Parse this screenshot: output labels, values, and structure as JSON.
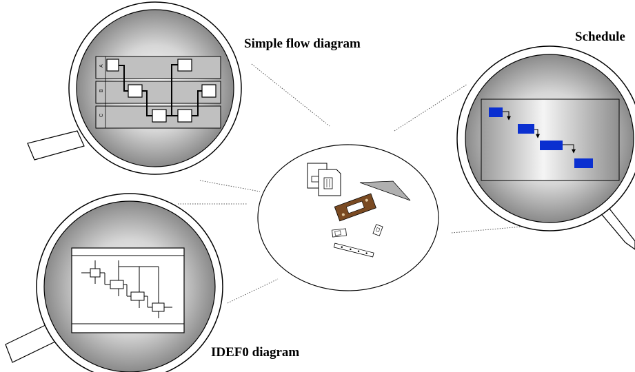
{
  "labels": {
    "flow": "Simple flow diagram",
    "schedule": "Schedule",
    "idef0": "IDEF0 diagram"
  },
  "lanes": [
    "A",
    "B",
    "C"
  ],
  "icons": [
    "magnifier-icon",
    "document-icon",
    "board-icon",
    "chip-icon",
    "ruler-icon"
  ],
  "colors": {
    "lens_gradient_dark": "#8a8a8a",
    "lens_gradient_light": "#ffffff",
    "lane_fill": "#c0c0c0",
    "gantt_bar": "#0a2fd0",
    "board_brown": "#7a4a22"
  }
}
